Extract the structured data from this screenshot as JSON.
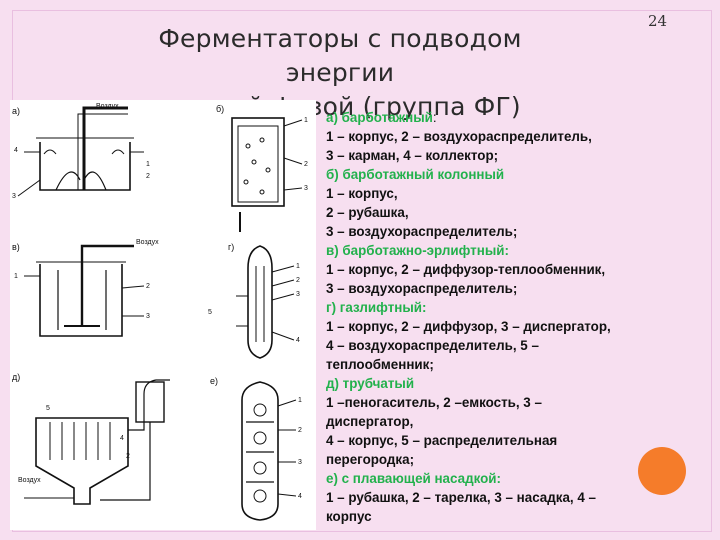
{
  "slide": {
    "title_line1": "Ферментаторы с подводом энергии",
    "title_line2": "газовой фазой (группа ФГ)",
    "page_number": "24"
  },
  "figure": {
    "panel_labels": [
      "а)",
      "б)",
      "в)",
      "г)",
      "д)",
      "е)"
    ],
    "air_label": "Воздух",
    "numbers": [
      "1",
      "2",
      "3",
      "4",
      "5"
    ]
  },
  "text": {
    "a_head": "а) барботажный",
    "a_colon": ":",
    "a_1": "1 – корпус, 2 – воздухораспределитель,",
    "a_2": "3 – карман, 4 – коллектор;",
    "b_head": "б) барботажный колонный",
    "b_1": "1 – корпус,",
    "b_2": "2 – рубашка,",
    "b_3": "3 – воздухораспределитель;",
    "v_head": "в) барботажно-эрлифтный:",
    "v_1": "1 – корпус, 2 – диффузор-теплообменник,",
    "v_2": "3 – воздухораспределитель;",
    "g_head": "г) газлифтный:",
    "g_1": "1 – корпус, 2 – диффузор, 3 – диспергатор,",
    "g_2": "4 – воздухораспределитель, 5 –",
    "g_3": "теплообменник;",
    "d_head": "д) трубчатый",
    "d_1": " 1 –пеногаситель, 2 –емкость, 3 –",
    "d_2": "диспергатор,",
    "d_3": "4 – корпус, 5 – распределительная",
    "d_4": "перегородка;",
    "e_head": "е) с плавающей насадкой:",
    "e_1": "1 – рубашка, 2 – тарелка, 3 – насадка, 4 –",
    "e_2": "корпус"
  },
  "colors": {
    "background": "#f7dff0",
    "heading_green": "#22b14c",
    "accent_circle": "#f57c2a"
  }
}
